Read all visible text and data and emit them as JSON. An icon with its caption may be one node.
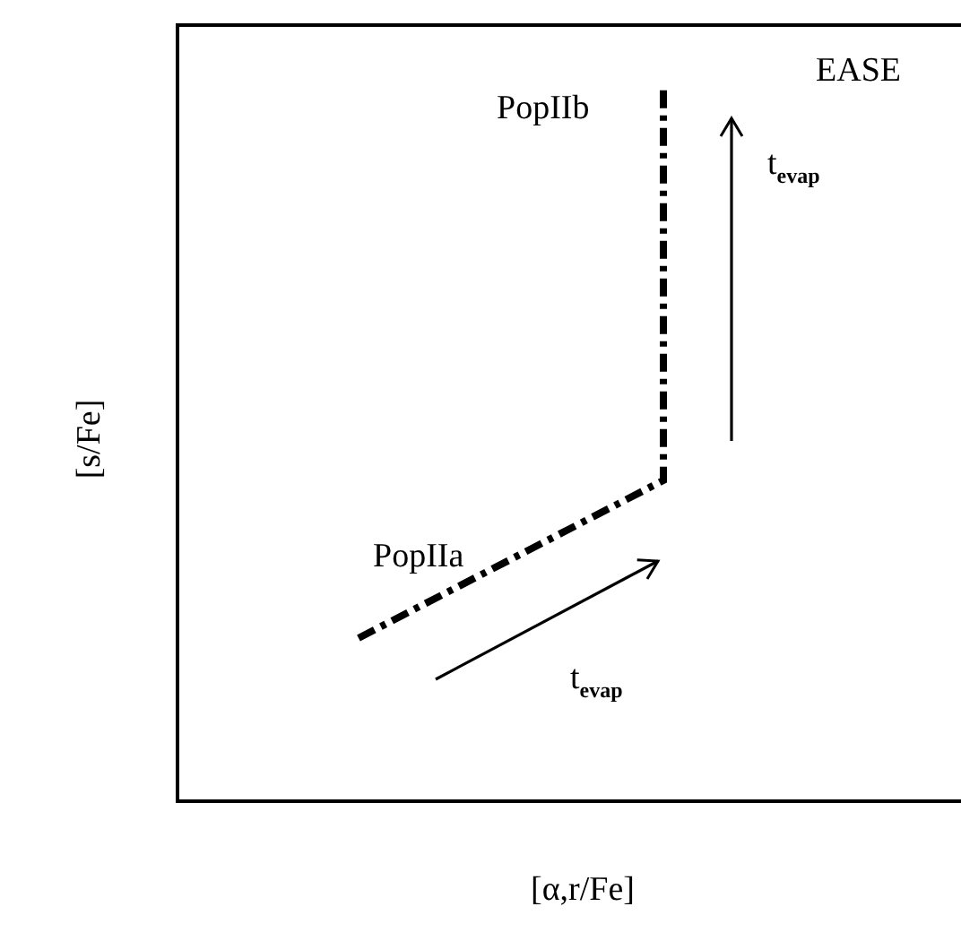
{
  "diagram": {
    "labels": [
      "EASE",
      "PopIIb",
      "t$_{evap}$",
      "[s/Fe]",
      "PopIIa",
      "t$_{evap}$",
      "[α,r/Fe]"
    ]
  }
}
